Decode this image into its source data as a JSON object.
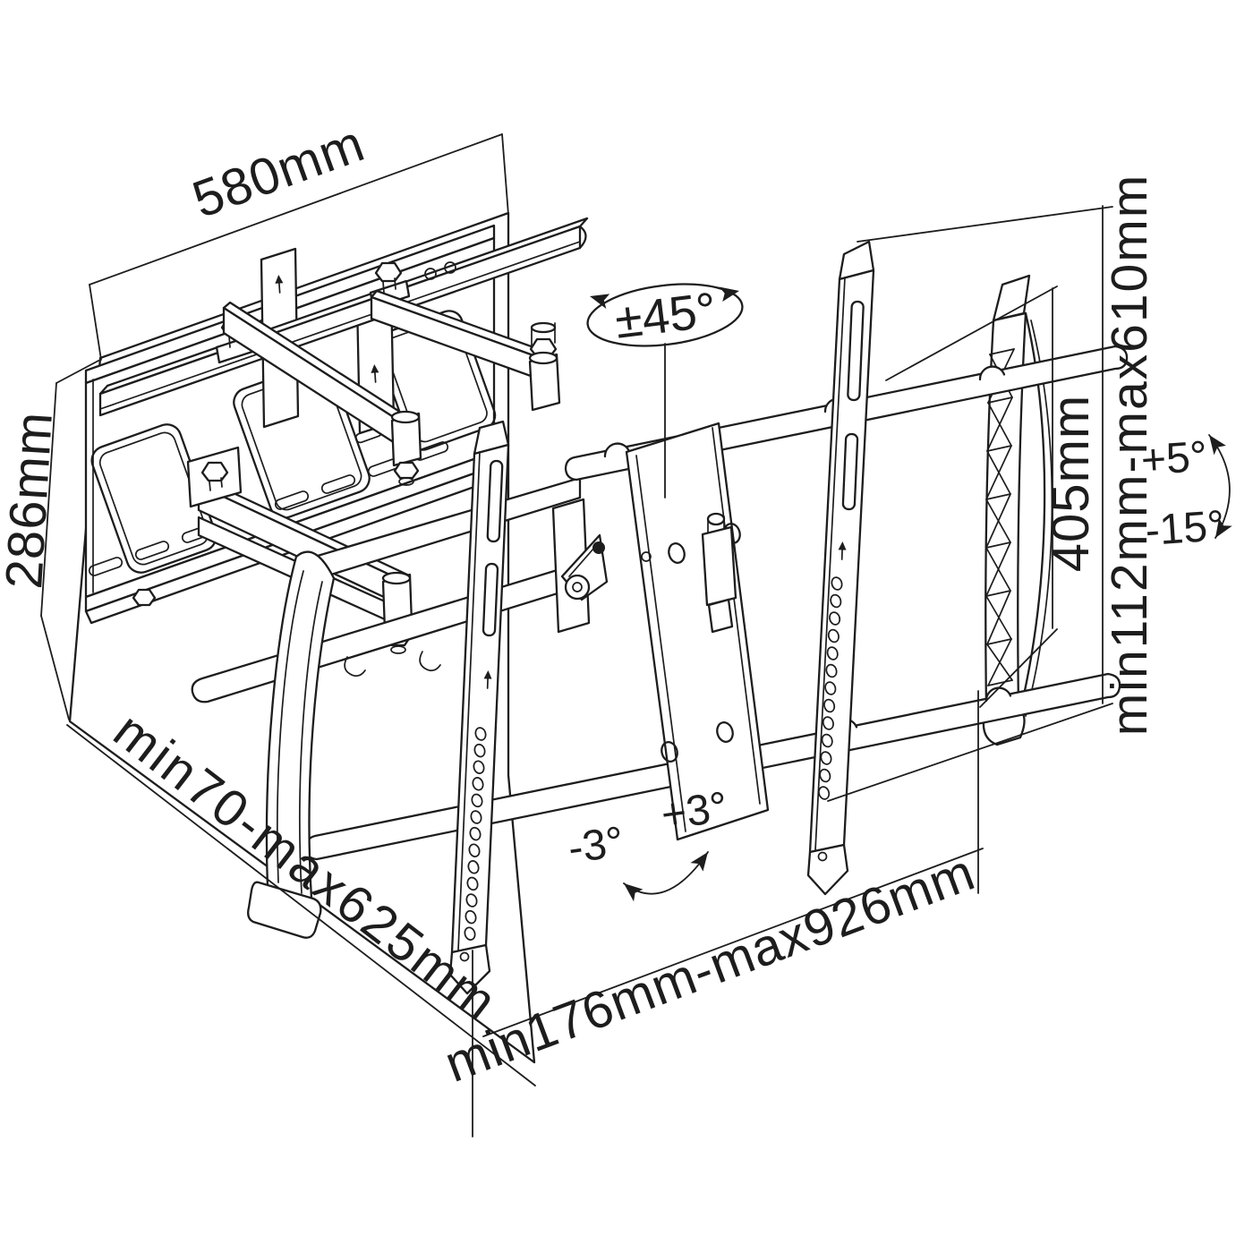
{
  "colors": {
    "ink": "#1d1d1d",
    "paper": "#ffffff"
  },
  "labels": {
    "width_top": "580mm",
    "height_left": "286mm",
    "swivel_range": "±45°",
    "extension_left": "min70-max625mm",
    "extension_bottom": "min176mm-max926mm",
    "bracket_height": "405mm",
    "tv_height_range": "min112mm-max610mm",
    "tilt_up": "+5°",
    "tilt_down": "-15°",
    "level_minus": "-3°",
    "level_plus": "+3°"
  }
}
